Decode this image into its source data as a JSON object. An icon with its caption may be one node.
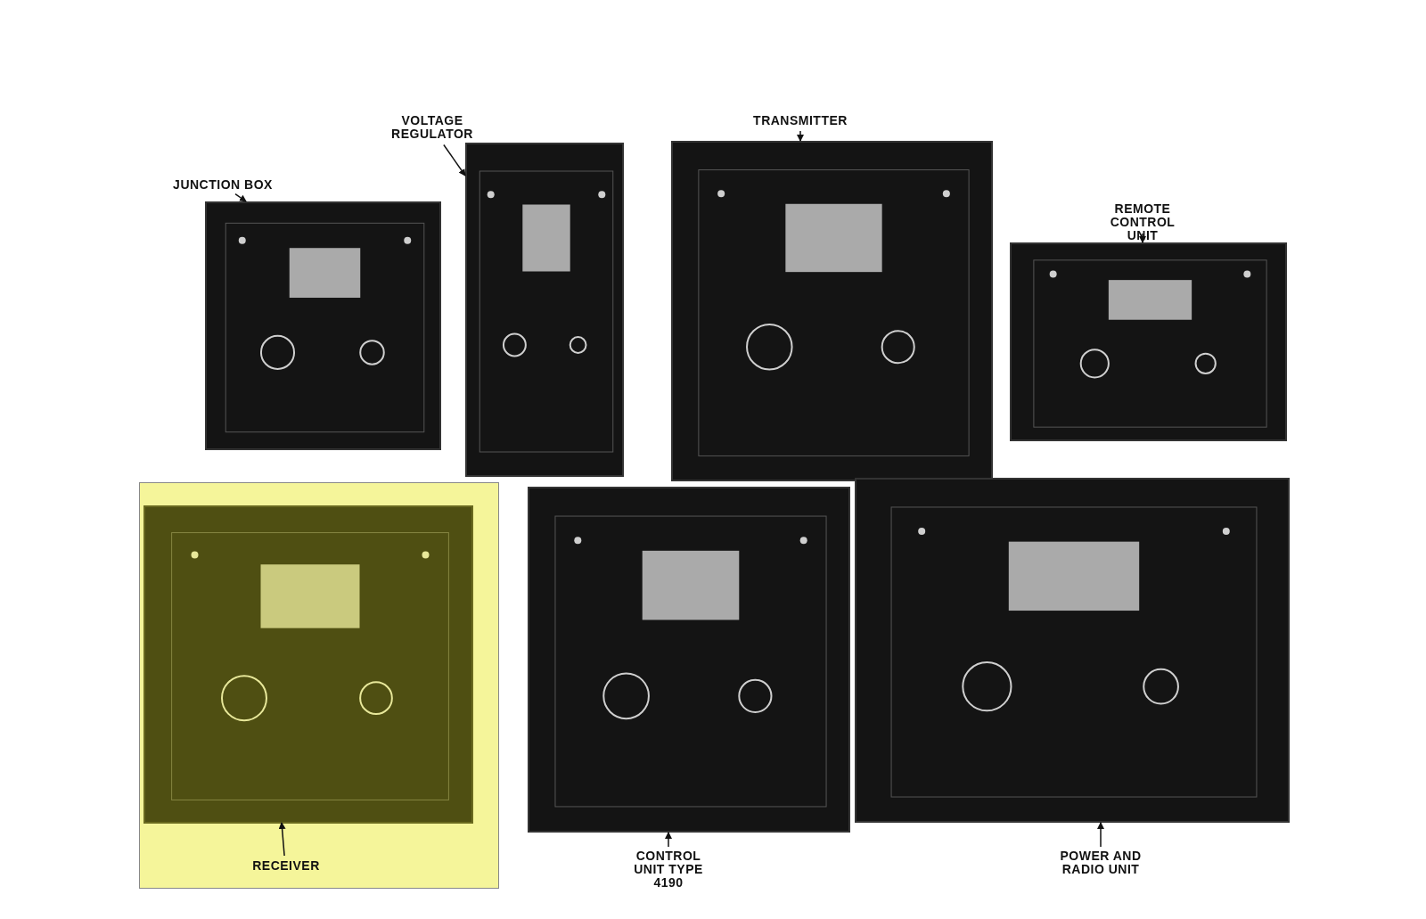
{
  "diagram": {
    "nodes": [
      {
        "text": [
          "JUNCTION BOX"
        ]
      },
      {
        "text": [
          "VOLTAGE REGULATOR"
        ]
      },
      {
        "text": [
          "TRANSMITTER"
        ]
      },
      {
        "text": [
          "REMOTE CONTROL UNIT"
        ]
      },
      {
        "text": [],
        "shape": "box"
      },
      {
        "text": [
          "RECEIVER"
        ],
        "in": 4
      },
      {
        "text": [
          "CONTROL UNIT TYPE 4190"
        ]
      },
      {
        "text": [
          "POWER AND RADIO UNIT"
        ]
      },
      {
        "text": [],
        "shape": "picture"
      },
      {
        "text": [],
        "shape": "picture"
      },
      {
        "text": [],
        "shape": "picture"
      },
      {
        "text": [],
        "shape": "picture"
      },
      {
        "text": [],
        "shape": "picture",
        "in": 4
      },
      {
        "text": [],
        "shape": "picture"
      },
      {
        "text": [],
        "shape": "picture"
      }
    ],
    "edges": [
      {
        "from": 0,
        "to": 8,
        "arrow": "to"
      },
      {
        "from": 1,
        "to": 9,
        "arrow": "to"
      },
      {
        "from": 2,
        "to": 10,
        "arrow": "to"
      },
      {
        "from": 3,
        "to": 11,
        "arrow": "to"
      },
      {
        "from": 5,
        "to": 12,
        "arrow": "to"
      },
      {
        "from": 6,
        "to": 13,
        "arrow": "to"
      },
      {
        "from": 7,
        "to": 14,
        "arrow": "to"
      }
    ]
  }
}
